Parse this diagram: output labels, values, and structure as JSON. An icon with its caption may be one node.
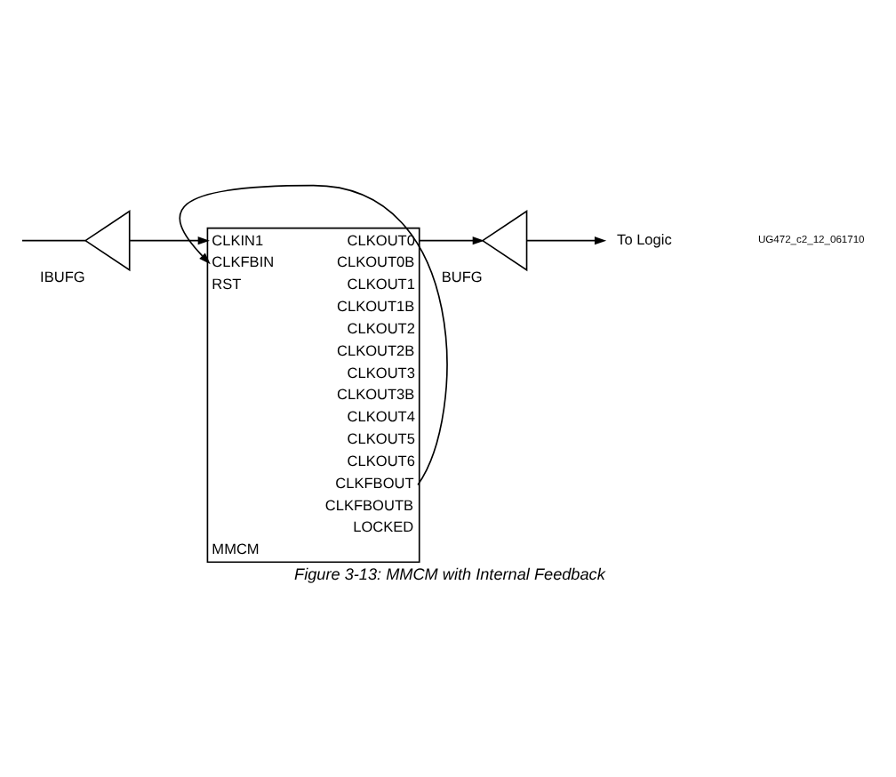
{
  "diagram": {
    "caption": "Figure 3-13: MMCM with Internal Feedback",
    "nodes": [
      {
        "text": [
          "IBUFG"
        ]
      },
      {
        "text": [
          "CLKIN1",
          "CLKFBIN",
          "RST",
          "CLKOUT0",
          "CLKOUT0B",
          "CLKOUT1",
          "CLKOUT1B",
          "CLKOUT2",
          "CLKOUT2B",
          "CLKOUT3",
          "CLKOUT3B",
          "CLKOUT4",
          "CLKOUT5",
          "CLKOUT6",
          "CLKFBOUT",
          "CLKFBOUTB",
          "LOCKED",
          "MMCM"
        ]
      },
      {
        "text": [
          "BUFG"
        ]
      },
      {
        "text": [
          "To Logic"
        ]
      }
    ],
    "edges": [
      {
        "from": null,
        "to": 0,
        "arrow": "none"
      },
      {
        "from": 0,
        "to": 1,
        "arrow": "to"
      },
      {
        "from": 1,
        "to": 2,
        "arrow": "to"
      },
      {
        "from": 2,
        "to": 3,
        "arrow": "to"
      },
      {
        "from": 1,
        "to": 1,
        "arrow": "to"
      }
    ],
    "labels": [
      "UG472_c2_12_061710"
    ]
  }
}
